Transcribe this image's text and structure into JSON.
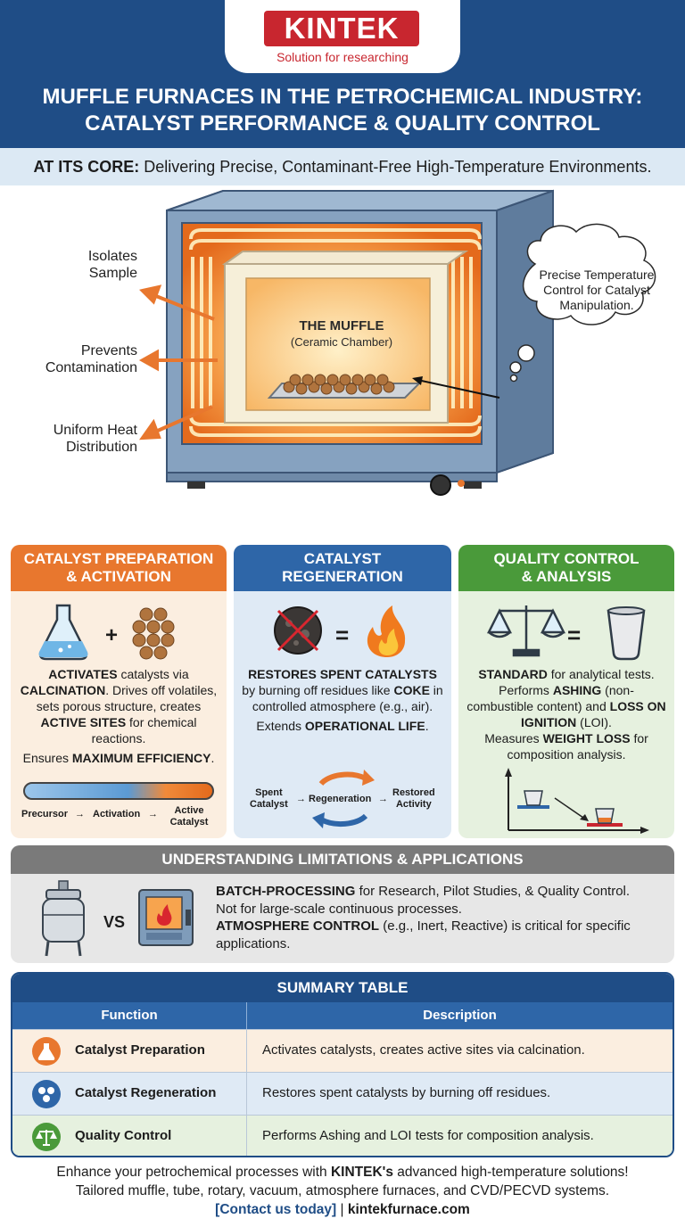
{
  "brand": {
    "logo": "KINTEK",
    "tagline": "Solution for researching"
  },
  "title": {
    "line1": "MUFFLE FURNACES IN THE PETROCHEMICAL INDUSTRY:",
    "line2": "CATALYST PERFORMANCE & QUALITY CONTROL"
  },
  "core": {
    "label": "AT ITS CORE:",
    "text": " Delivering Precise, Contaminant-Free High-Temperature Environments."
  },
  "furnace": {
    "callouts": [
      {
        "line1": "Isolates",
        "line2": "Sample"
      },
      {
        "line1": "Prevents",
        "line2": "Contamination"
      },
      {
        "line1": "Uniform Heat",
        "line2": "Distribution"
      }
    ],
    "muffle_title": "THE MUFFLE",
    "muffle_sub": "(Ceramic Chamber)",
    "thought": "Precise Temperature Control for Catalyst Manipulation."
  },
  "columns": {
    "prep": {
      "title_l1": "CATALYST PREPARATION",
      "title_l2": "& ACTIVATION",
      "plus": "+",
      "t1": "ACTIVATES",
      "t2": " catalysts via",
      "t3": "CALCINATION",
      "t4": ". Drives off volatiles, sets porous structure, creates ",
      "t5": "ACTIVE SITES",
      "t6": " for chemical reactions.",
      "t7": "Ensures ",
      "t8": "MAXIMUM EFFICIENCY",
      "t9": ".",
      "flow_precursor": "Precursor",
      "flow_arrow1": "→",
      "flow_activation": "Activation",
      "flow_arrow2": "→",
      "flow_active_l1": "Active",
      "flow_active_l2": "Catalyst"
    },
    "regen": {
      "title_l1": "CATALYST",
      "title_l2": "REGENERATION",
      "equals": "=",
      "t1": "RESTORES SPENT CATALYSTS",
      "t2": " by burning off residues like ",
      "t3": "COKE",
      "t4": " in controlled atmosphere (e.g., air).",
      "t5": "Extends ",
      "t6": "OPERATIONAL LIFE",
      "t7": ".",
      "cycle_spent_l1": "Spent",
      "cycle_spent_l2": "Catalyst",
      "cycle_regen": "Regeneration",
      "cycle_restored_l1": "Restored",
      "cycle_restored_l2": "Activity",
      "cycle_arrow": "→"
    },
    "qc": {
      "title_l1": "QUALITY CONTROL",
      "title_l2": "& ANALYSIS",
      "equals": "=",
      "t1": "STANDARD",
      "t2": " for analytical tests.",
      "t3": "Performs ",
      "t4": "ASHING",
      "t5": " (non-combustible content) and ",
      "t6": "LOSS ON IGNITION",
      "t7": " (LOI).",
      "t8": "Measures ",
      "t9": "WEIGHT LOSS",
      "t10": " for composition analysis."
    }
  },
  "limitations": {
    "title": "UNDERSTANDING LIMITATIONS & APPLICATIONS",
    "vs": "VS",
    "b1": "BATCH-PROCESSING",
    "t1": " for Research, Pilot Studies, & Quality Control.",
    "t2": "Not for large-scale continuous processes.",
    "b2": "ATMOSPHERE CONTROL",
    "t3": " (e.g., Inert, Reactive) is critical for specific applications."
  },
  "table": {
    "title": "SUMMARY TABLE",
    "col_function": "Function",
    "col_description": "Description",
    "rows": [
      {
        "function": "Catalyst Preparation",
        "description": "Activates catalysts, creates active sites via calcination.",
        "color": "#fbeee0",
        "icon_color": "#e8772e"
      },
      {
        "function": "Catalyst Regeneration",
        "description": "Restores spent catalysts by burning off residues.",
        "color": "#dfeaf5",
        "icon_color": "#2e66a8"
      },
      {
        "function": "Quality Control",
        "description": "Performs Ashing and LOI tests for composition analysis.",
        "color": "#e6f1df",
        "icon_color": "#4a9a3a"
      }
    ]
  },
  "footer": {
    "l1a": "Enhance your petrochemical processes with ",
    "l1b": "KINTEK's",
    "l1c": " advanced high-temperature solutions!",
    "l2": "Tailored muffle, tube, rotary, vacuum, atmosphere furnaces, and CVD/PECVD systems.",
    "contact": "[Contact us today]",
    "sep": " | ",
    "site": "kintekfurnace.com"
  },
  "colors": {
    "navy": "#1f4d86",
    "red": "#c8262f",
    "orange": "#e8772e",
    "blue": "#2e66a8",
    "green": "#4a9a3a"
  }
}
